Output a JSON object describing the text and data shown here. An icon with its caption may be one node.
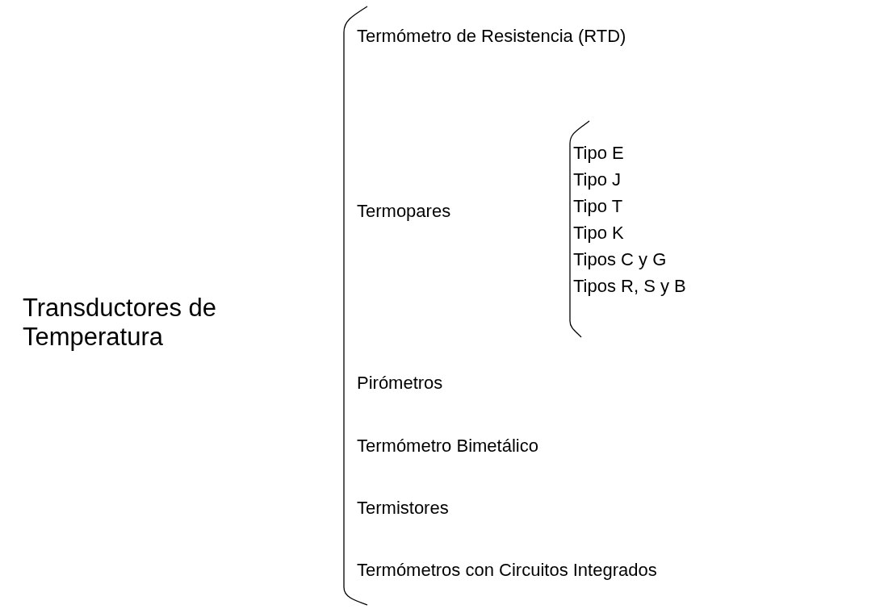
{
  "diagram": {
    "labels": [
      "Transductores de Temperatura",
      "Termómetro de Resistencia (RTD)",
      "Termopares",
      "Tipo E",
      "Tipo J",
      "Tipo T",
      "Tipo K",
      "Tipos C y G",
      "Tipos R, S y B",
      "Pirómetros",
      "Termómetro Bimetálico",
      "Termistores",
      "Termómetros con Circuitos Integrados"
    ]
  }
}
